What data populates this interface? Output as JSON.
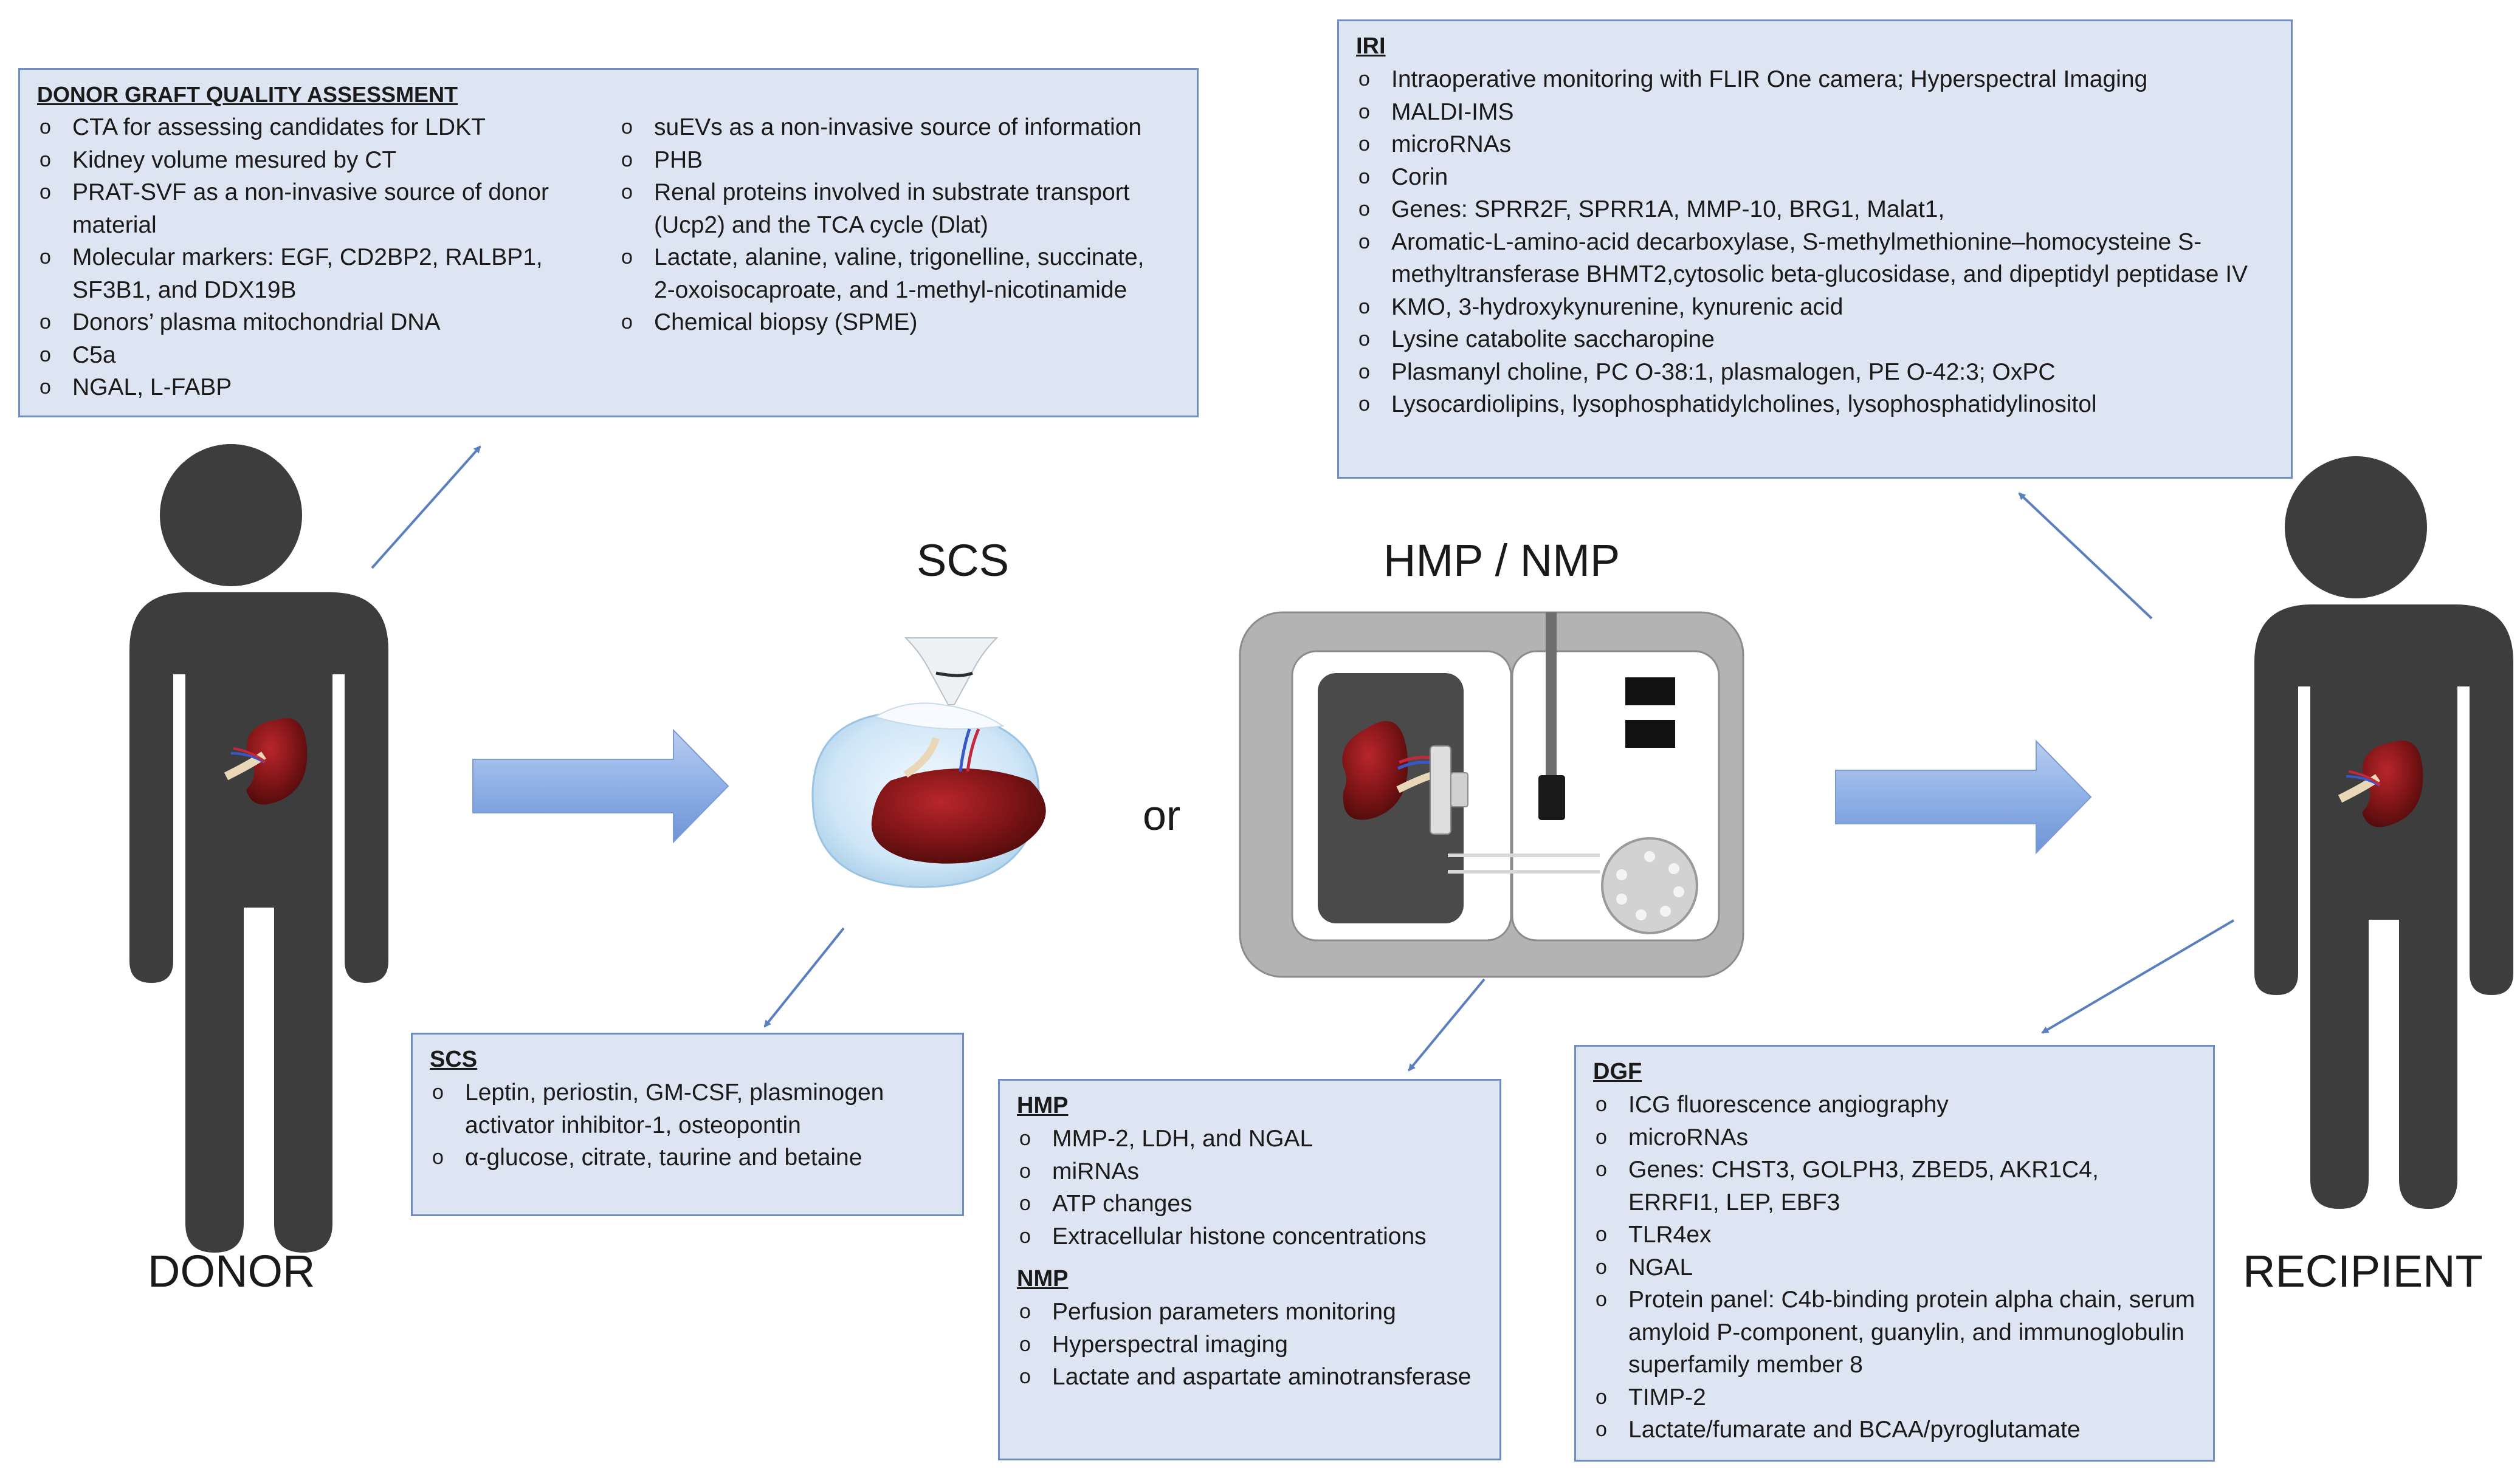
{
  "labels": {
    "donor": "DONOR",
    "recipient": "RECIPIENT",
    "scs": "SCS",
    "hmp_nmp": "HMP / NMP",
    "or": "or"
  },
  "donor_box": {
    "title": "DONOR GRAFT QUALITY ASSESSMENT",
    "left_items": [
      "CTA for assessing candidates for LDKT",
      "Kidney volume mesured by CT",
      "PRAT-SVF as a non-invasive source of donor material",
      "Molecular markers: EGF, CD2BP2, RALBP1, SF3B1, and DDX19B",
      "Donors’ plasma mitochondrial DNA",
      "C5a",
      "NGAL, L-FABP"
    ],
    "right_items": [
      "suEVs as a non-invasive source of information",
      "PHB",
      "Renal proteins involved in substrate transport (Ucp2) and the TCA cycle (Dlat)",
      "Lactate, alanine, valine, trigonelline, succinate, 2-oxoisocaproate, and 1-methyl-nicotinamide",
      "Chemical biopsy (SPME)"
    ]
  },
  "iri_box": {
    "title": "IRI",
    "items": [
      "Intraoperative monitoring with FLIR One camera; Hyperspectral Imaging",
      "MALDI-IMS",
      "microRNAs",
      "Corin",
      "Genes: SPRR2F, SPRR1A, MMP-10, BRG1, Malat1,",
      "Aromatic-L-amino-acid decarboxylase, S-methylmethionine–homocysteine S-methyltransferase BHMT2,cytosolic beta-glucosidase, and dipeptidyl peptidase IV",
      "KMO, 3-hydroxykynurenine, kynurenic acid",
      "Lysine catabolite saccharopine",
      "Plasmanyl choline, PC O-38:1, plasmalogen, PE O-42:3; OxPC",
      "Lysocardiolipins, lysophosphatidylcholines, lysophosphatidylinositol"
    ]
  },
  "scs_box": {
    "title": "SCS",
    "items": [
      "Leptin, periostin, GM-CSF, plasminogen activator inhibitor-1, osteopontin",
      "α-glucose, citrate, taurine and betaine"
    ]
  },
  "hmp_box": {
    "title_hmp": "HMP",
    "hmp_items": [
      "MMP-2, LDH, and NGAL",
      "miRNAs",
      "ATP changes",
      "Extracellular histone concentrations"
    ],
    "title_nmp": "NMP",
    "nmp_items": [
      "Perfusion parameters monitoring",
      "Hyperspectral imaging",
      "Lactate and aspartate aminotransferase"
    ]
  },
  "dgf_box": {
    "title": "DGF",
    "items": [
      "ICG fluorescence angiography",
      "microRNAs",
      "Genes: CHST3, GOLPH3, ZBED5, AKR1C4, ERRFI1, LEP, EBF3",
      "TLR4ex",
      "NGAL",
      "Protein panel: C4b-binding protein alpha chain, serum amyloid P-component, guanylin, and immunoglobulin superfamily member 8",
      "TIMP-2",
      "Lactate/fumarate and BCAA/pyroglutamate"
    ]
  }
}
